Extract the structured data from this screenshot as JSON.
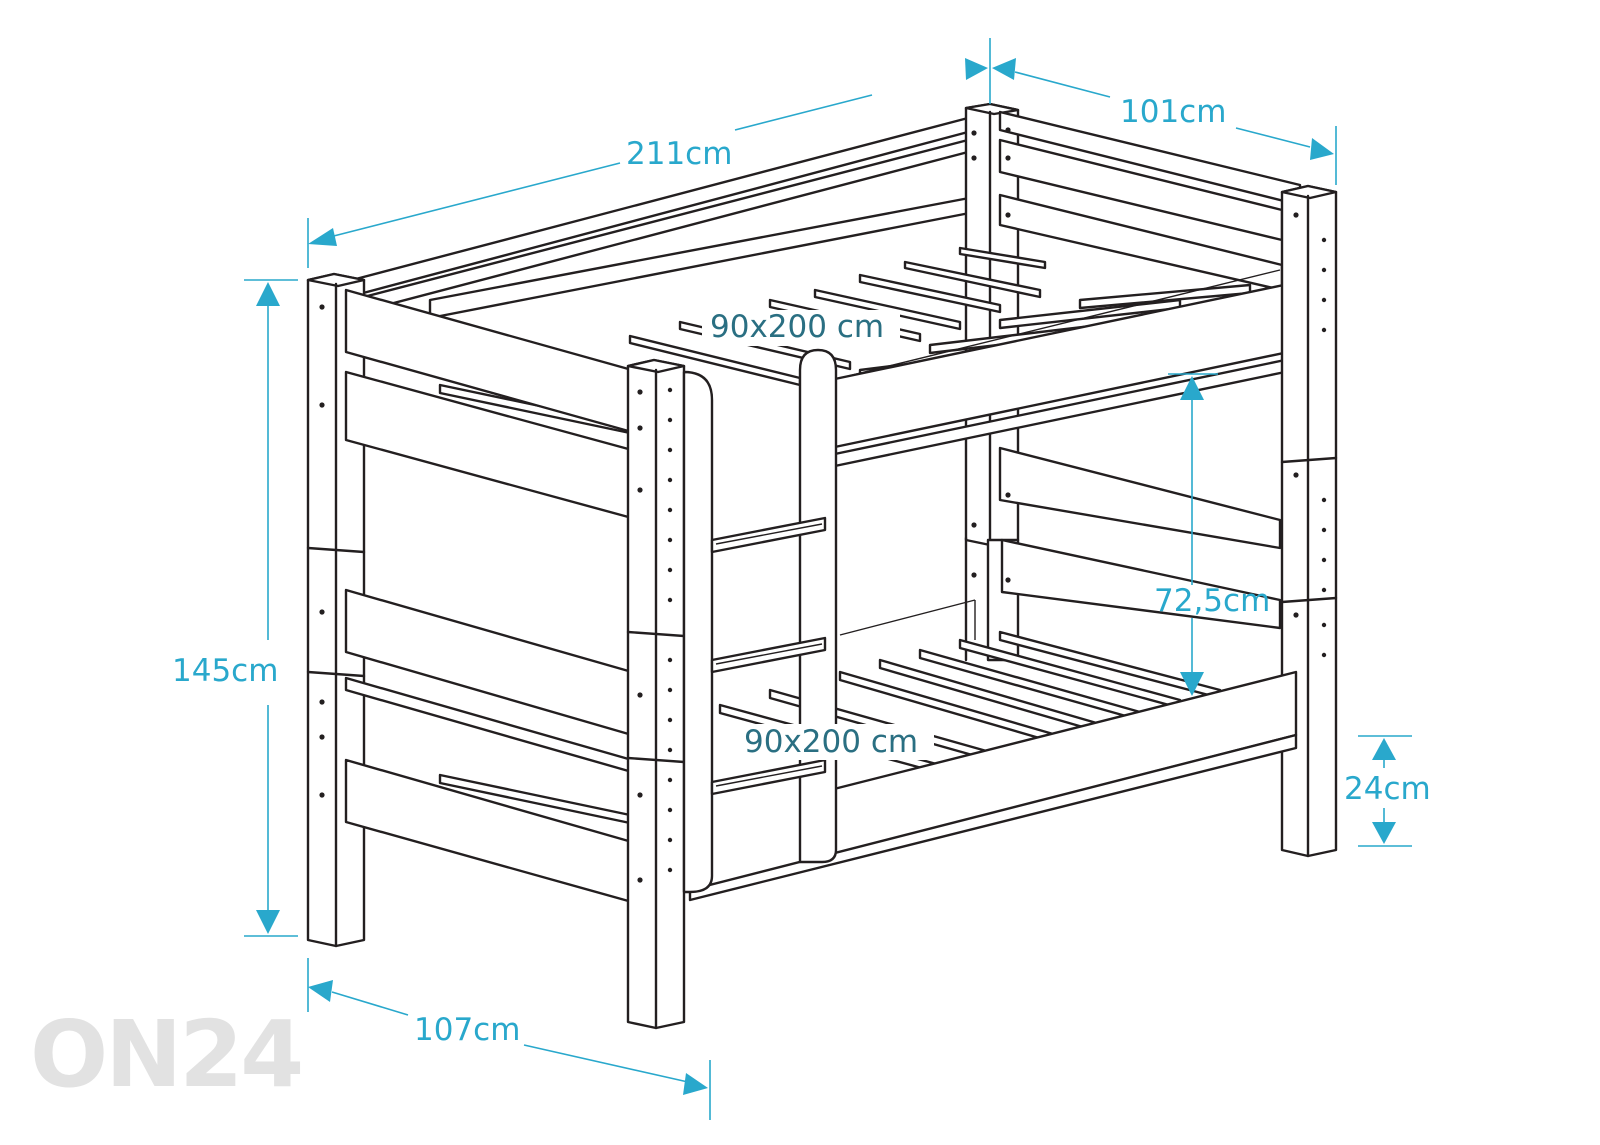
{
  "figure": {
    "subject": "bunk bed dimension drawing",
    "colors": {
      "dimension": "#29a8cc",
      "outline": "#231f20",
      "watermark": "#e2e2e2"
    }
  },
  "dimensions": {
    "length": "211cm",
    "width": "101cm",
    "height": "145cm",
    "outer_width": "107cm",
    "top_mattress": "90x200 cm",
    "bottom_mattress": "90x200 cm",
    "bunk_gap": "72,5cm",
    "floor_clearance": "24cm"
  },
  "watermark": {
    "text": "ON24"
  }
}
